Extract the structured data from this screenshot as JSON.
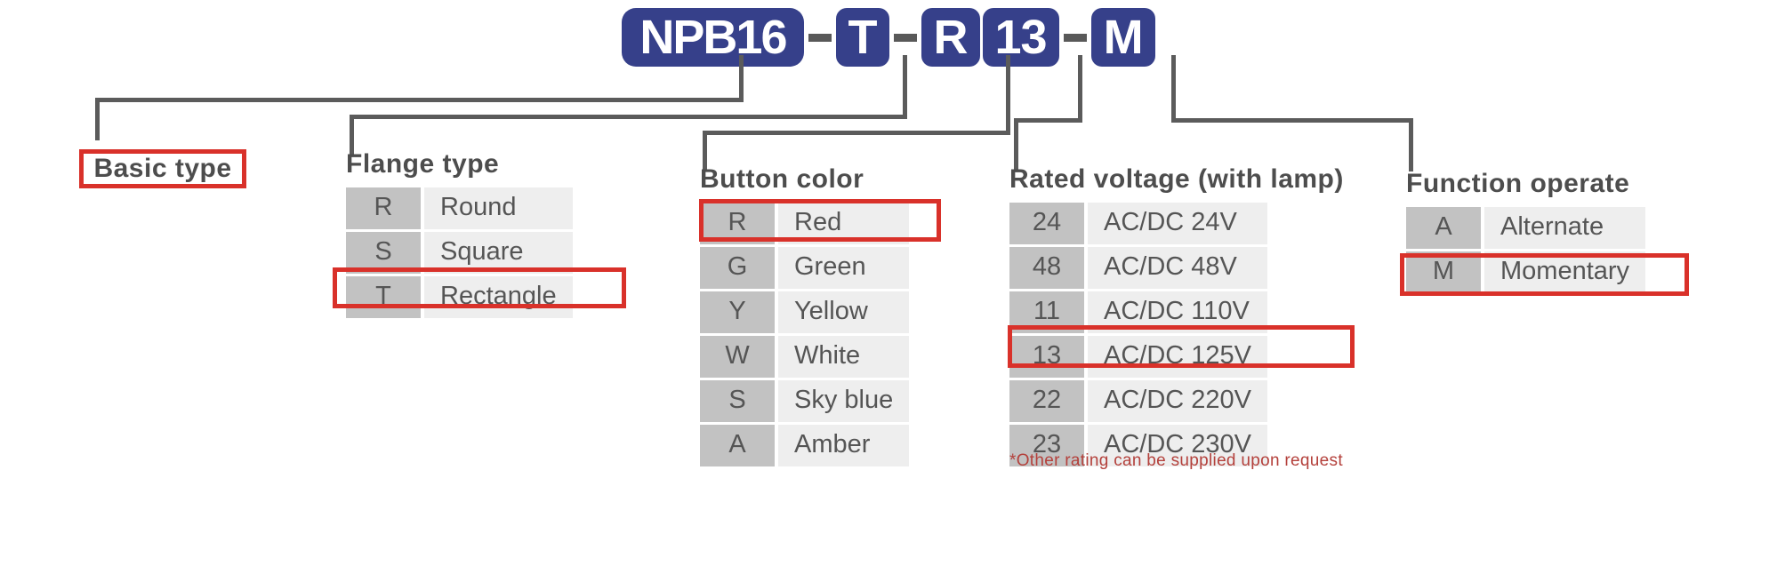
{
  "part_number": {
    "segments": [
      {
        "kind": "badge",
        "text": "NPB16",
        "wide": true
      },
      {
        "kind": "dash",
        "text": "-"
      },
      {
        "kind": "badge",
        "text": "T",
        "wide": false
      },
      {
        "kind": "dash",
        "text": "-"
      },
      {
        "kind": "badge",
        "text": "R",
        "wide": false
      },
      {
        "kind": "gap",
        "text": ""
      },
      {
        "kind": "badge",
        "text": "13",
        "wide": false
      },
      {
        "kind": "dash",
        "text": "-"
      },
      {
        "kind": "badge",
        "text": "M",
        "wide": false
      }
    ],
    "badge_color": "#36408a",
    "badge_text_color": "#ffffff",
    "dash_color": "#595959"
  },
  "colors": {
    "highlight": "#d9312a",
    "leader_line": "#5b5b5b",
    "code_cell": "#c2c2c2",
    "label_cell": "#eeeeee",
    "text": "#555555",
    "note": "#b4413c"
  },
  "sections": {
    "basic_type": {
      "title": "Basic type",
      "highlighted": true,
      "rows": []
    },
    "flange_type": {
      "title": "Flange type",
      "selected_code": "T",
      "rows": [
        {
          "code": "R",
          "label": "Round"
        },
        {
          "code": "S",
          "label": "Square"
        },
        {
          "code": "T",
          "label": "Rectangle"
        }
      ]
    },
    "button_color": {
      "title": "Button color",
      "selected_code": "R",
      "rows": [
        {
          "code": "R",
          "label": "Red"
        },
        {
          "code": "G",
          "label": "Green"
        },
        {
          "code": "Y",
          "label": "Yellow"
        },
        {
          "code": "W",
          "label": "White"
        },
        {
          "code": "S",
          "label": "Sky blue"
        },
        {
          "code": "A",
          "label": "Amber"
        }
      ]
    },
    "rated_voltage": {
      "title": "Rated voltage (with lamp)",
      "selected_code": "13",
      "note": "*Other rating can be supplied upon request",
      "rows": [
        {
          "code": "24",
          "label": "AC/DC 24V"
        },
        {
          "code": "48",
          "label": "AC/DC 48V"
        },
        {
          "code": "11",
          "label": "AC/DC 110V"
        },
        {
          "code": "13",
          "label": "AC/DC 125V"
        },
        {
          "code": "22",
          "label": "AC/DC 220V"
        },
        {
          "code": "23",
          "label": "AC/DC 230V"
        }
      ]
    },
    "function_operate": {
      "title": "Function operate",
      "selected_code": "M",
      "rows": [
        {
          "code": "A",
          "label": "Alternate"
        },
        {
          "code": "M",
          "label": "Momentary"
        }
      ]
    }
  }
}
